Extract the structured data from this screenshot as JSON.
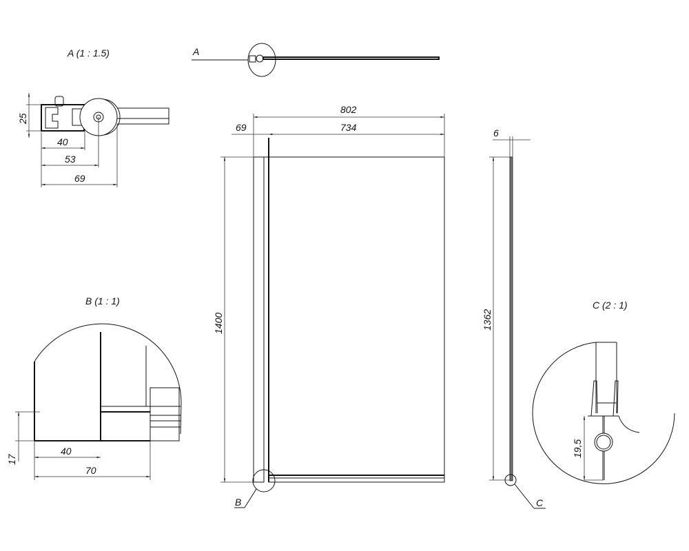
{
  "drawing": {
    "detail_a": {
      "title": "A (1 : 1.5)",
      "dims": [
        "25",
        "40",
        "53",
        "69"
      ]
    },
    "section_marker_a": "A",
    "front_view": {
      "width_total": "802",
      "width_glass": "734",
      "width_profile": "69",
      "height": "1400",
      "marker": "B"
    },
    "side_view": {
      "thickness": "6",
      "height": "1362",
      "marker": "C"
    },
    "detail_b": {
      "title": "B (1 : 1)",
      "dims": [
        "17",
        "40",
        "70"
      ]
    },
    "detail_c": {
      "title": "C (2 : 1)",
      "dims": [
        "19,5"
      ]
    }
  }
}
